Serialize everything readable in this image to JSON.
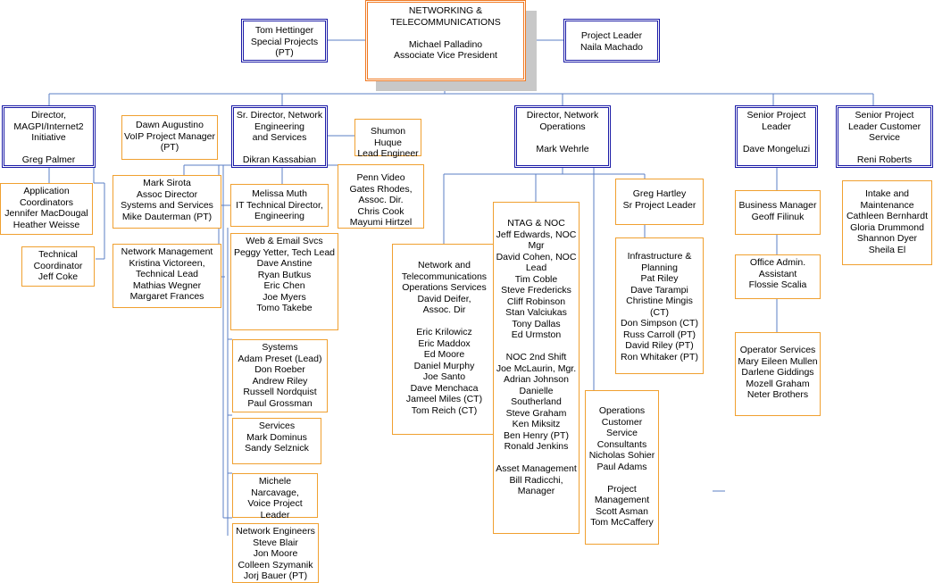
{
  "colors": {
    "connector": "#5b7fc6",
    "leader_border": "#1a1aa6",
    "staff_border": "#f0a030",
    "top_border": "#f07820",
    "shadow": "#c8c8c8"
  },
  "boxes": {
    "top": "NETWORKING &\nTELECOMMUNICATIONS\n\nMichael Palladino\nAssociate Vice President",
    "hettinger": "Tom Hettinger\nSpecial Projects\n(PT)",
    "project_leader": "Project Leader\nNaila Machado",
    "magpi": "Director,\nMAGPI/Internet2\nInitiative\n\nGreg Palmer",
    "app_coord": "Application\nCoordinators\nJennifer MacDougal\nHeather Weisse",
    "tech_coord": "Technical\nCoordinator\nJeff Coke",
    "dawn": "Dawn Augustino\nVoIP Project Manager\n(PT)",
    "sirota": "Mark Sirota\nAssoc Director\nSystems and Services\nMike Dauterman (PT)",
    "netmgmt": "Network Management\nKristina Victoreen,\nTechnical Lead\nMathias Wegner\nMargaret Frances",
    "srdir": "Sr. Director, Network\nEngineering\nand Services\n\nDikran Kassabian",
    "shumon": "Shumon Huque\nLead Engineer",
    "pennvideo": "Penn Video\nGates Rhodes,\nAssoc. Dir.\nChris Cook\nMayumi Hirtzel",
    "muth": "Melissa Muth\nIT Technical Director,\nEngineering",
    "webemail": "Web & Email Svcs\nPeggy Yetter, Tech Lead\nDave Anstine\nRyan Butkus\nEric Chen\nJoe Myers\nTomo Takebe",
    "systems": "Systems\nAdam Preset (Lead)\nDon Roeber\nAndrew Riley\nRussell Nordquist\nPaul Grossman",
    "services": "Services\nMark Dominus\nSandy Selznick",
    "narcavage": "Michele Narcavage,\nVoice Project\nLeader",
    "neteng": "Network Engineers\nSteve Blair\nJon Moore\nColleen Szymanik\nJorj Bauer (PT)",
    "dirops": "Director, Network\nOperations\n\nMark Wehrle",
    "ntos": "Network and\nTelecommunications\nOperations Services\nDavid Deifer,\nAssoc.  Dir\n\nEric Krilowicz\nEric Maddox\nEd Moore\nDaniel Murphy\nJoe Santo\nDave Menchaca\nJameel Miles (CT)\nTom Reich (CT)",
    "noc": "NTAG & NOC\nJeff Edwards, NOC\nMgr\nDavid Cohen, NOC\nLead\nTim Coble\nSteve Fredericks\nCliff Robinson\nStan Valciukas\nTony Dallas\nEd Urmston\n\nNOC 2nd Shift\nJoe McLaurin, Mgr.\nAdrian Johnson\nDanielle\nSoutherland\nSteve Graham\nKen Miksitz\nBen Henry (PT)\nRonald Jenkins\n\nAsset Management\nBill Radicchi,\nManager",
    "hartley": "Greg Hartley\nSr Project Leader",
    "infra": "Infrastructure &\nPlanning\nPat Riley\nDave Tarampi\nChristine Mingis\n(CT)\nDon Simpson (CT)\nRuss Carroll (PT)\nDavid Riley (PT)\nRon Whitaker (PT)",
    "opscust": "Operations\nCustomer\nService\nConsultants\nNicholas Sohier\nPaul Adams\n\nProject\nManagement\nScott Asman\nTom McCaffery",
    "mongeluzi": "Senior Project\nLeader\n\nDave Mongeluzi",
    "bizmgr": "Business Manager\nGeoff Filinuk",
    "officeadmin": "Office Admin.\nAssistant\nFlossie Scalia",
    "opservices": "Operator Services\nMary Eileen Mullen\nDarlene Giddings\nMozell Graham\nNeter Brothers",
    "roberts": "Senior Project\nLeader Customer\nService\n\nReni Roberts",
    "intake": "Intake and\nMaintenance\nCathleen Bernhardt\nGloria Drummond\nShannon Dyer\nSheila El"
  }
}
